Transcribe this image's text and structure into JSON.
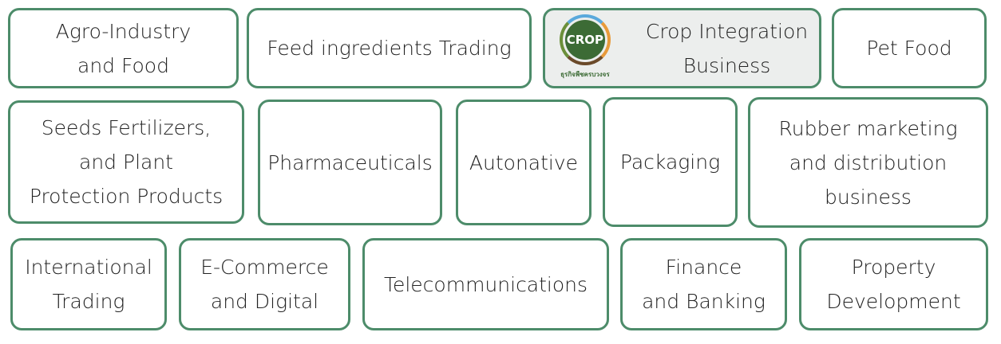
{
  "categories": [
    {
      "label": "Agro-Industry\nand Food"
    },
    {
      "label": "Feed ingredients Trading"
    },
    {
      "label": "Crop Integration\nBusiness",
      "selected": true
    },
    {
      "label": "Pet Food"
    },
    {
      "label": "Seeds Fertilizers,\nand Plant\nProtection Products"
    },
    {
      "label": "Pharmaceuticals"
    },
    {
      "label": "Autonative"
    },
    {
      "label": "Packaging"
    },
    {
      "label": "Rubber marketing\nand distribution\nbusiness"
    },
    {
      "label": "International\nTrading"
    },
    {
      "label": "E-Commerce\nand Digital"
    },
    {
      "label": "Telecommunications"
    },
    {
      "label": "Finance\nand Banking"
    },
    {
      "label": "Property\nDevelopment"
    }
  ],
  "crop_logo": {
    "title": "CROP",
    "subtitle": "ธุรกิจพืชครบวงจร"
  },
  "colors": {
    "border": "#4d8c6a",
    "selected_bg": "#eceeed"
  }
}
